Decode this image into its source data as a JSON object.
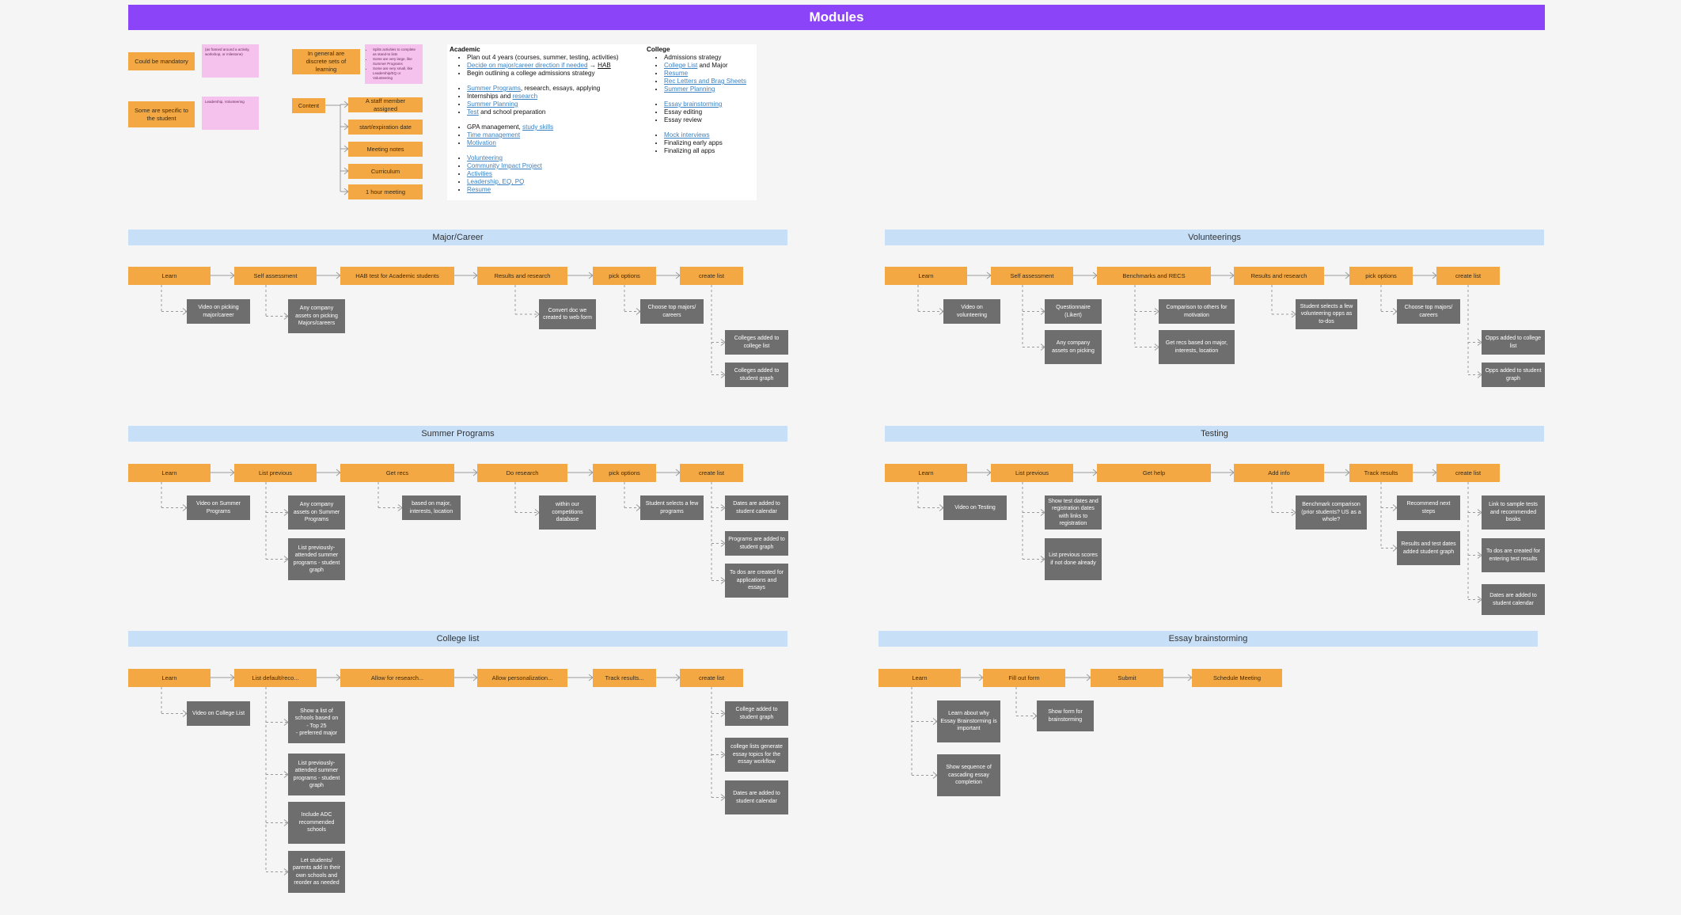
{
  "title": "Modules",
  "notes": {
    "mandatory": "Could be mandatory",
    "specific": "Some are specific to the student",
    "discrete": "In general are discrete sets of learning",
    "content": "Content",
    "pink1": "(as framed around a activity, workshop, or milestone)",
    "pink2": "Leadership, Volunteering",
    "pink3_items": [
      "Splits activities to complete as stand-to lists",
      "Some are very large, like Summer Programs",
      "Some are very small, like Leadership/EQ or Volunteering"
    ],
    "content_items": [
      "A staff member assigned",
      "start/expiration date",
      "Meeting notes",
      "Curriculum",
      "1 hour meeting"
    ]
  },
  "doc": {
    "academic_title": "Academic",
    "academic": [
      [
        {
          "t": "Plan out 4 years (courses, summer, testing, activities)"
        }
      ],
      [
        {
          "t": "Decide on major/career direction if needed",
          "l": true
        },
        {
          "t": " → "
        },
        {
          "t": "HAB",
          "u": true
        }
      ],
      [
        {
          "t": "Begin outlining a college admissions strategy"
        }
      ],
      null,
      [
        {
          "t": "Summer Programs",
          "l": true
        },
        {
          "t": ", research, essays, applying"
        }
      ],
      [
        {
          "t": "Internships and "
        },
        {
          "t": "research",
          "l": true
        }
      ],
      [
        {
          "t": "Summer Planning",
          "l": true
        }
      ],
      [
        {
          "t": "Test",
          "l": true
        },
        {
          "t": " and school preparation"
        }
      ],
      null,
      [
        {
          "t": "GPA management, "
        },
        {
          "t": "study skills",
          "l": true
        }
      ],
      [
        {
          "t": "Time management",
          "l": true
        }
      ],
      [
        {
          "t": "Motivation",
          "l": true
        }
      ],
      null,
      [
        {
          "t": "Volunteering",
          "l": true
        }
      ],
      [
        {
          "t": "Community Impact Project",
          "l": true
        }
      ],
      [
        {
          "t": "Activities",
          "l": true
        }
      ],
      [
        {
          "t": "Leadership, EQ, PQ",
          "l": true
        }
      ],
      [
        {
          "t": "Resume",
          "l": true
        }
      ]
    ],
    "college_title": "College",
    "college": [
      [
        {
          "t": "Admissions strategy"
        }
      ],
      [
        {
          "t": "College List",
          "l": true
        },
        {
          "t": " and Major"
        }
      ],
      [
        {
          "t": "Resume",
          "l": true
        }
      ],
      [
        {
          "t": "Rec Letters and Brag Sheets",
          "l": true
        }
      ],
      [
        {
          "t": "Summer Planning",
          "l": true
        }
      ],
      null,
      [
        {
          "t": "Essay brainstorming",
          "l": true
        }
      ],
      [
        {
          "t": "Essay editing"
        }
      ],
      [
        {
          "t": "Essay review"
        }
      ],
      null,
      [
        {
          "t": "Mock interviews",
          "l": true
        }
      ],
      [
        {
          "t": "Finalizing early apps"
        }
      ],
      [
        {
          "t": "Finalizing all apps"
        }
      ]
    ]
  },
  "sections": [
    {
      "title": "Major/Career",
      "steps": [
        "Learn",
        "Self assessment",
        "HAB test for Academic students",
        "Results and research",
        "pick options",
        "create list"
      ],
      "subs": [
        [
          "Video on picking major/career"
        ],
        [
          "Any company assets on picking Majors/careers"
        ],
        [],
        [
          "Convert doc we created to web form"
        ],
        [
          "Choose top majors/ careers"
        ],
        [
          "Colleges added to college list",
          "Colleges added to student graph"
        ]
      ]
    },
    {
      "title": "Volunteerings",
      "steps": [
        "Learn",
        "Self assessment",
        "Benchmarks and RECS",
        "Results and research",
        "pick options",
        "create list"
      ],
      "subs": [
        [
          "Video on volunteering"
        ],
        [
          "Questionnaire (Likert)",
          "Any company assets on picking"
        ],
        [
          "Comparison to others for motivation",
          "Get recs based on major, interests, location"
        ],
        [
          "Student selects a few volunteering opps as to-dos"
        ],
        [
          "Choose top majors/ careers"
        ],
        [
          "Opps added to college list",
          "Opps added to student graph"
        ]
      ]
    },
    {
      "title": "Summer Programs",
      "steps": [
        "Learn",
        "List previous",
        "Get recs",
        "Do research",
        "pick options",
        "create list"
      ],
      "subs": [
        [
          "Video on Summer Programs"
        ],
        [
          "Any company assets on Summer Programs",
          "List previously-attended summer programs - student graph"
        ],
        [
          "based on major, interests, location"
        ],
        [
          "within our competitions database"
        ],
        [
          "Student selects a few programs"
        ],
        [
          "Dates are added to student calendar",
          "Programs are added to student graph",
          "To dos are created for applications and essays"
        ]
      ]
    },
    {
      "title": "Testing",
      "steps": [
        "Learn",
        "List previous",
        "Get help",
        "Add info",
        "Track results",
        "create list"
      ],
      "subs": [
        [
          "Video on Testing"
        ],
        [
          "Show test dates and registration dates with links to registration",
          "List previous scores if not done already"
        ],
        [],
        [
          "Benchmark comparison (prior students? US as a whole?"
        ],
        [
          "Recommend next steps",
          "Results and test dates added student graph"
        ],
        [
          "Link to sample tests and recommended books",
          "To dos are created for entering test results",
          "Dates are added to student calendar"
        ]
      ]
    },
    {
      "title": "College list",
      "steps": [
        "Learn",
        "List default/reco...",
        "Allow for research...",
        "Allow personalization...",
        "Track results...",
        "create list"
      ],
      "subs": [
        [
          "Video on College List"
        ],
        [
          "Show a list of schools based on\n- Top 25\n- preferred major",
          "List previously-attended summer programs - student graph",
          "Include ADC recommended schools",
          "Let students/ parents add in their own schools and reorder as needed"
        ],
        [],
        [],
        [],
        [
          "College added to student graph",
          "college lists generate essay topics for the essay workflow",
          "Dates are added to student calendar"
        ]
      ]
    },
    {
      "title": "Essay brainstorming",
      "steps": [
        "Learn",
        "Fill out form",
        "Submit",
        "Schedule Meeting"
      ],
      "subs": [
        [
          "Learn about why Essay Brainstorming is important",
          "Show sequence of cascading essay completion"
        ],
        [
          "Show form for brainstorming"
        ],
        [],
        []
      ]
    }
  ],
  "colors": {
    "banner": "#8b44f7",
    "step": "#f3a844",
    "sub": "#6e6e6e",
    "section": "#c7e0f8",
    "note": "#f4c2ec",
    "link": "#3b82c4"
  }
}
